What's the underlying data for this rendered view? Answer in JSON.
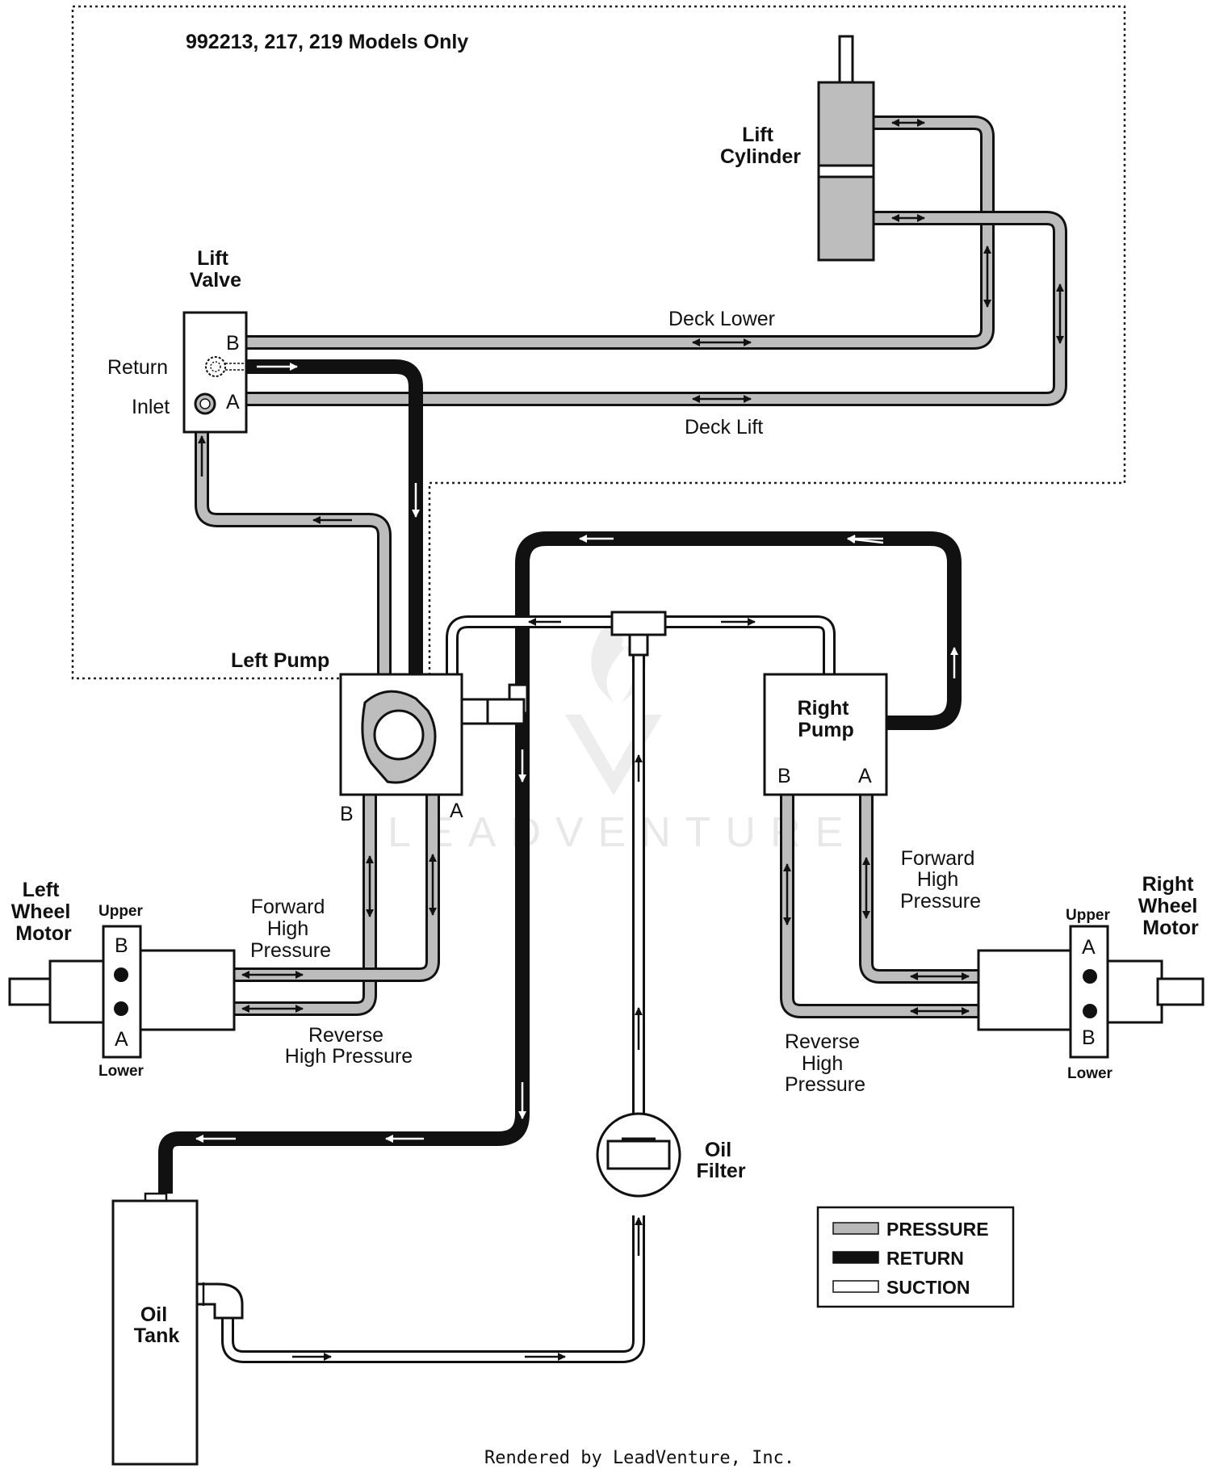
{
  "title": "992213, 217, 219 Models Only",
  "components": {
    "lift_cylinder": "Lift\nCylinder",
    "lift_valve": "Lift\nValve",
    "left_pump": "Left Pump",
    "right_pump": "Right\nPump",
    "left_wheel_motor": "Left\nWheel\nMotor",
    "right_wheel_motor": "Right\nWheel\nMotor",
    "oil_filter": "Oil\nFilter",
    "oil_tank": "Oil\nTank"
  },
  "ports": {
    "lift_valve_b": "B",
    "lift_valve_a": "A",
    "return": "Return",
    "inlet": "Inlet",
    "left_pump_b": "B",
    "left_pump_a": "A",
    "right_pump_b": "B",
    "right_pump_a": "A",
    "left_motor_b": "B",
    "left_motor_a": "A",
    "left_motor_upper": "Upper",
    "left_motor_lower": "Lower",
    "right_motor_a": "A",
    "right_motor_b": "B",
    "right_motor_upper": "Upper",
    "right_motor_lower": "Lower"
  },
  "line_labels": {
    "deck_lower": "Deck Lower",
    "deck_lift": "Deck Lift",
    "left_forward": "Forward\nHigh\nPressure",
    "left_reverse": "Reverse\nHigh Pressure",
    "right_forward": "Forward\nHigh\nPressure",
    "right_reverse": "Reverse\nHigh\nPressure"
  },
  "legend": {
    "items": [
      {
        "label": "PRESSURE",
        "color": "#b8b8b8"
      },
      {
        "label": "RETURN",
        "color": "#111111"
      },
      {
        "label": "SUCTION",
        "color": "#ffffff"
      }
    ]
  },
  "watermark": "LEADVENTURE",
  "footer": "Rendered by LeadVenture, Inc."
}
